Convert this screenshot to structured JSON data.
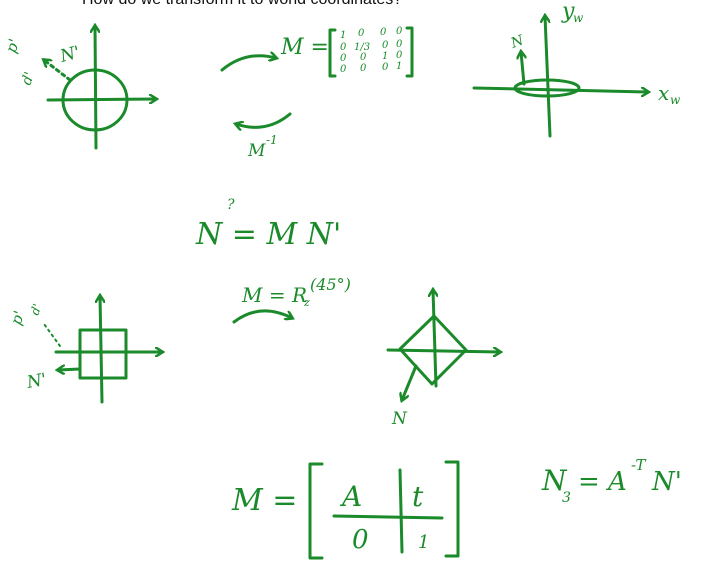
{
  "heading": "How do we transform it to world coordinates?",
  "colors": {
    "ink": "#1a8a2a",
    "background": "#ffffff",
    "heading": "#111111"
  },
  "labels": {
    "p1": "p'",
    "d1": "d'",
    "n1": "N'",
    "m": "M =",
    "m_inverse": "M",
    "m_inverse_sup": "-1",
    "n": "N",
    "yw": "y",
    "xw": "x",
    "w_sub": "w",
    "eq1_q": "?",
    "eq1": "N = M N'",
    "eq2": "M = R",
    "eq2_sub": "z",
    "eq2_arg": "(45°)",
    "p2": "p'",
    "d2": "d'",
    "n2": "N'",
    "n3": "N",
    "block_m": "M =",
    "block_a": "A",
    "block_t": "t",
    "block_0": "0",
    "block_1": "1",
    "final_n": "N",
    "final_sub": "3",
    "final_eq": "= A",
    "final_sup": "-T",
    "final_n1": "N'"
  },
  "matrix_scale": [
    [
      "1",
      "0",
      "0",
      "0"
    ],
    [
      "0",
      "1/3",
      "0",
      "0"
    ],
    [
      "0",
      "0",
      "1",
      "0"
    ],
    [
      "0",
      "0",
      "0",
      "1"
    ]
  ]
}
